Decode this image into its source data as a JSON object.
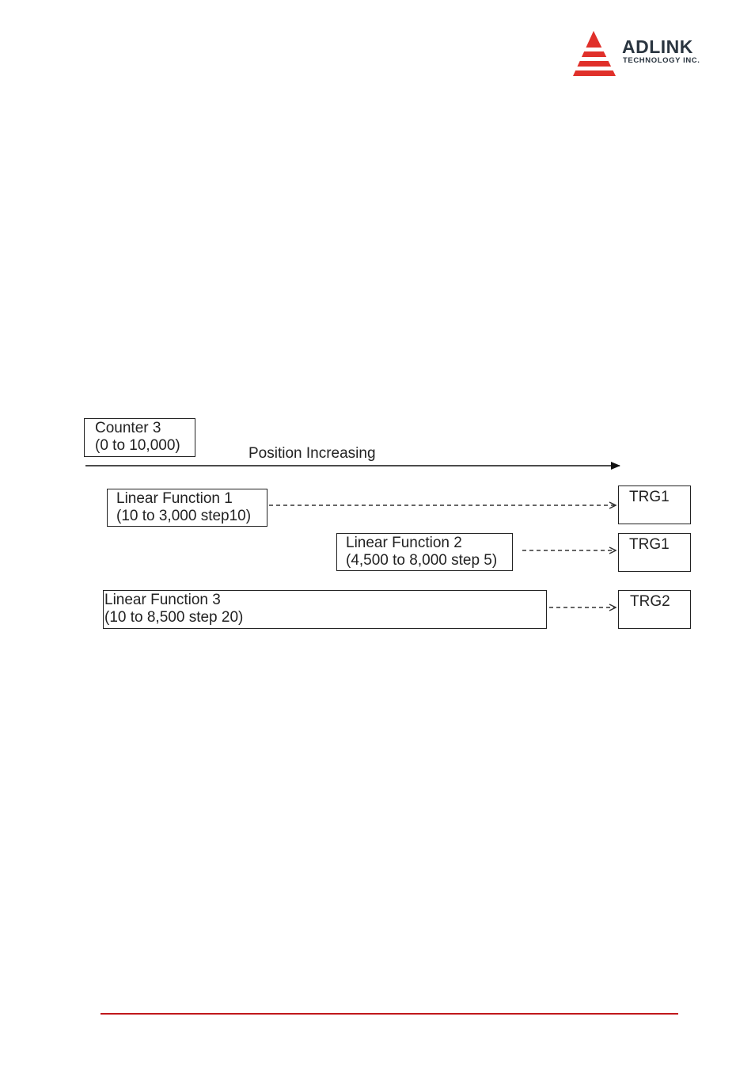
{
  "brand": {
    "name": "ADLINK",
    "tagline": "TECHNOLOGY INC.",
    "logo_color": "#e0302a",
    "accent_color": "#c0181b"
  },
  "diagram": {
    "counter": {
      "line1": "Counter 3",
      "line2": "(0 to 10,000)"
    },
    "axis_label": "Position Increasing",
    "functions": [
      {
        "line1": "Linear Function 1",
        "line2": "(10 to 3,000 step10)",
        "target": "TRG1"
      },
      {
        "line1": "Linear Function 2",
        "line2": "(4,500 to 8,000 step 5)",
        "target": "TRG1"
      },
      {
        "line1": "Linear Function 3",
        "line2": "(10 to 8,500 step 20)",
        "target": "TRG2"
      }
    ]
  }
}
